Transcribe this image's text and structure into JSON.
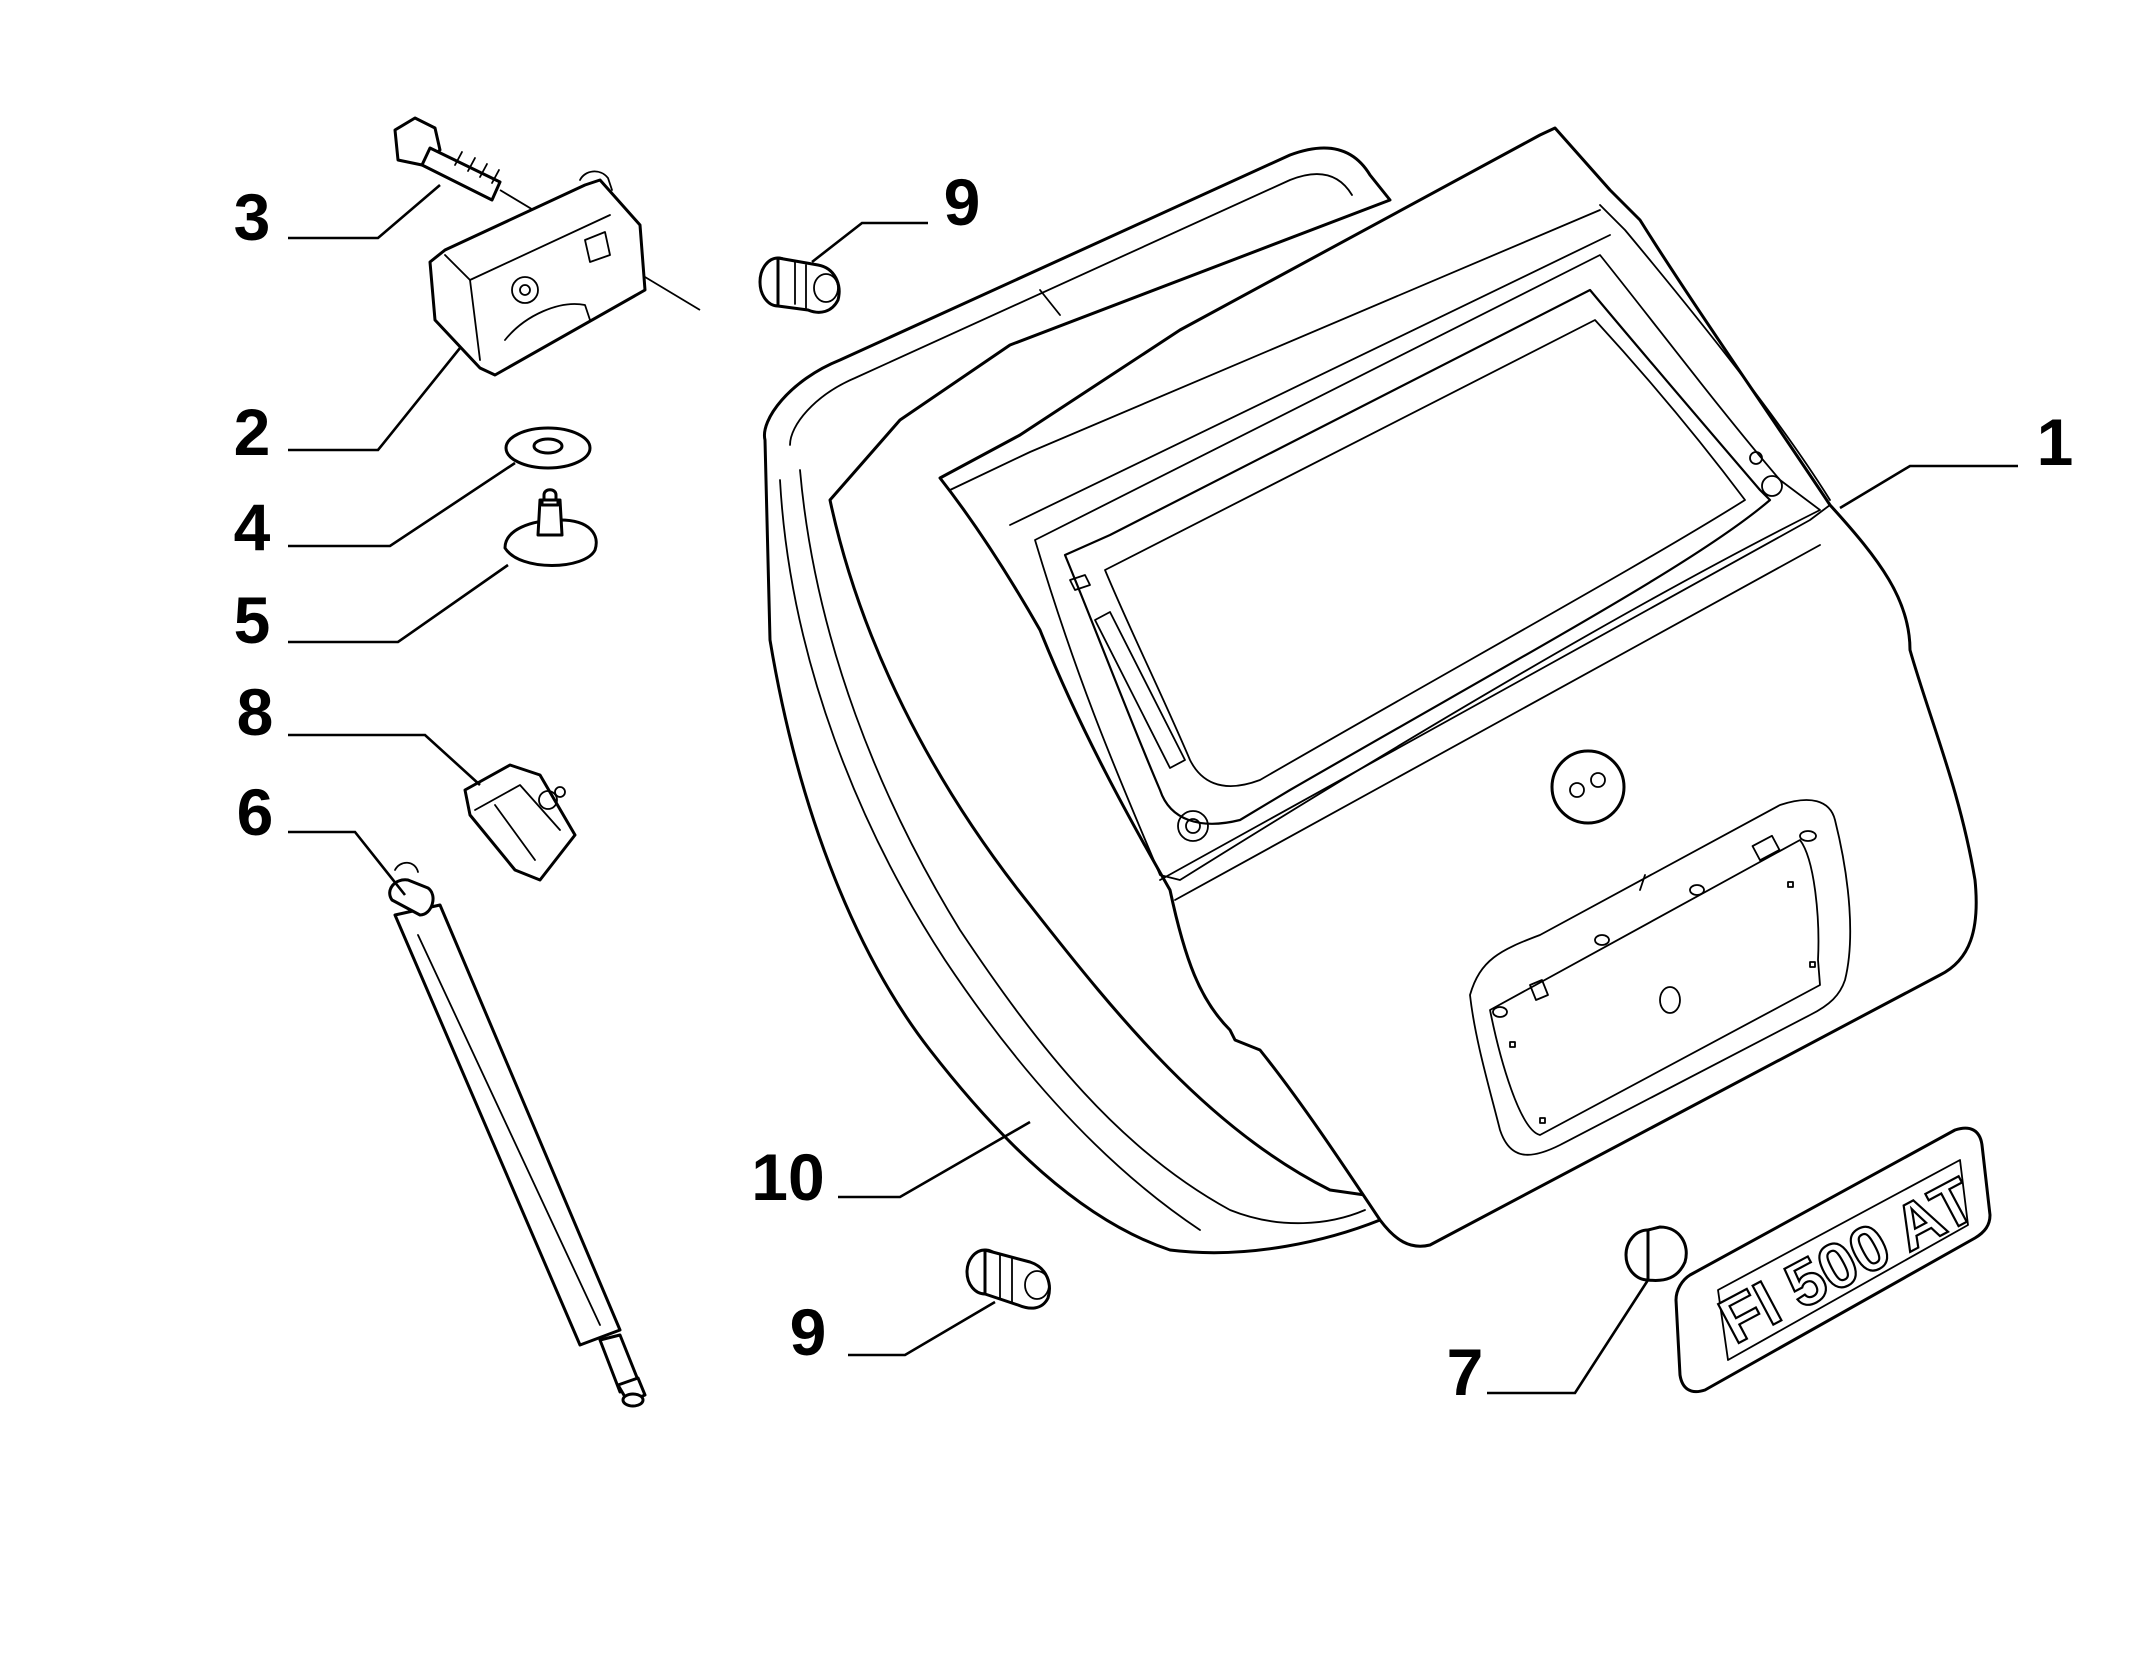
{
  "callouts": {
    "part_1": "1",
    "part_2": "2",
    "part_3": "3",
    "part_4": "4",
    "part_5": "5",
    "part_6": "6",
    "part_7": "7",
    "part_8": "8",
    "part_9_top": "9",
    "part_9_bottom": "9",
    "part_10": "10"
  },
  "badge": {
    "text": "FI 500 AT"
  }
}
